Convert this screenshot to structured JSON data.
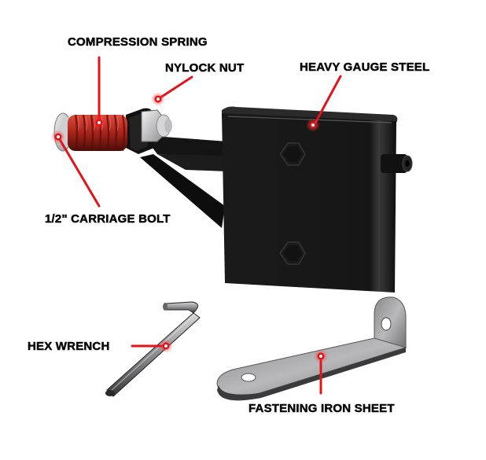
{
  "diagram": {
    "type": "product-parts-callout",
    "accent_color": "#e0141b",
    "label_color": "#0a0a0a",
    "callouts": [
      {
        "id": "compression-spring",
        "label": "COMPRESSION SPRING"
      },
      {
        "id": "nylock-nut",
        "label": "NYLOCK NUT"
      },
      {
        "id": "heavy-gauge-steel",
        "label": "HEAVY GAUGE STEEL"
      },
      {
        "id": "carriage-bolt",
        "label": "1/2\" CARRIAGE BOLT"
      },
      {
        "id": "hex-wrench",
        "label": "HEX WRENCH"
      },
      {
        "id": "fastening-iron-sheet",
        "label": "FASTENING IRON SHEET"
      }
    ]
  }
}
